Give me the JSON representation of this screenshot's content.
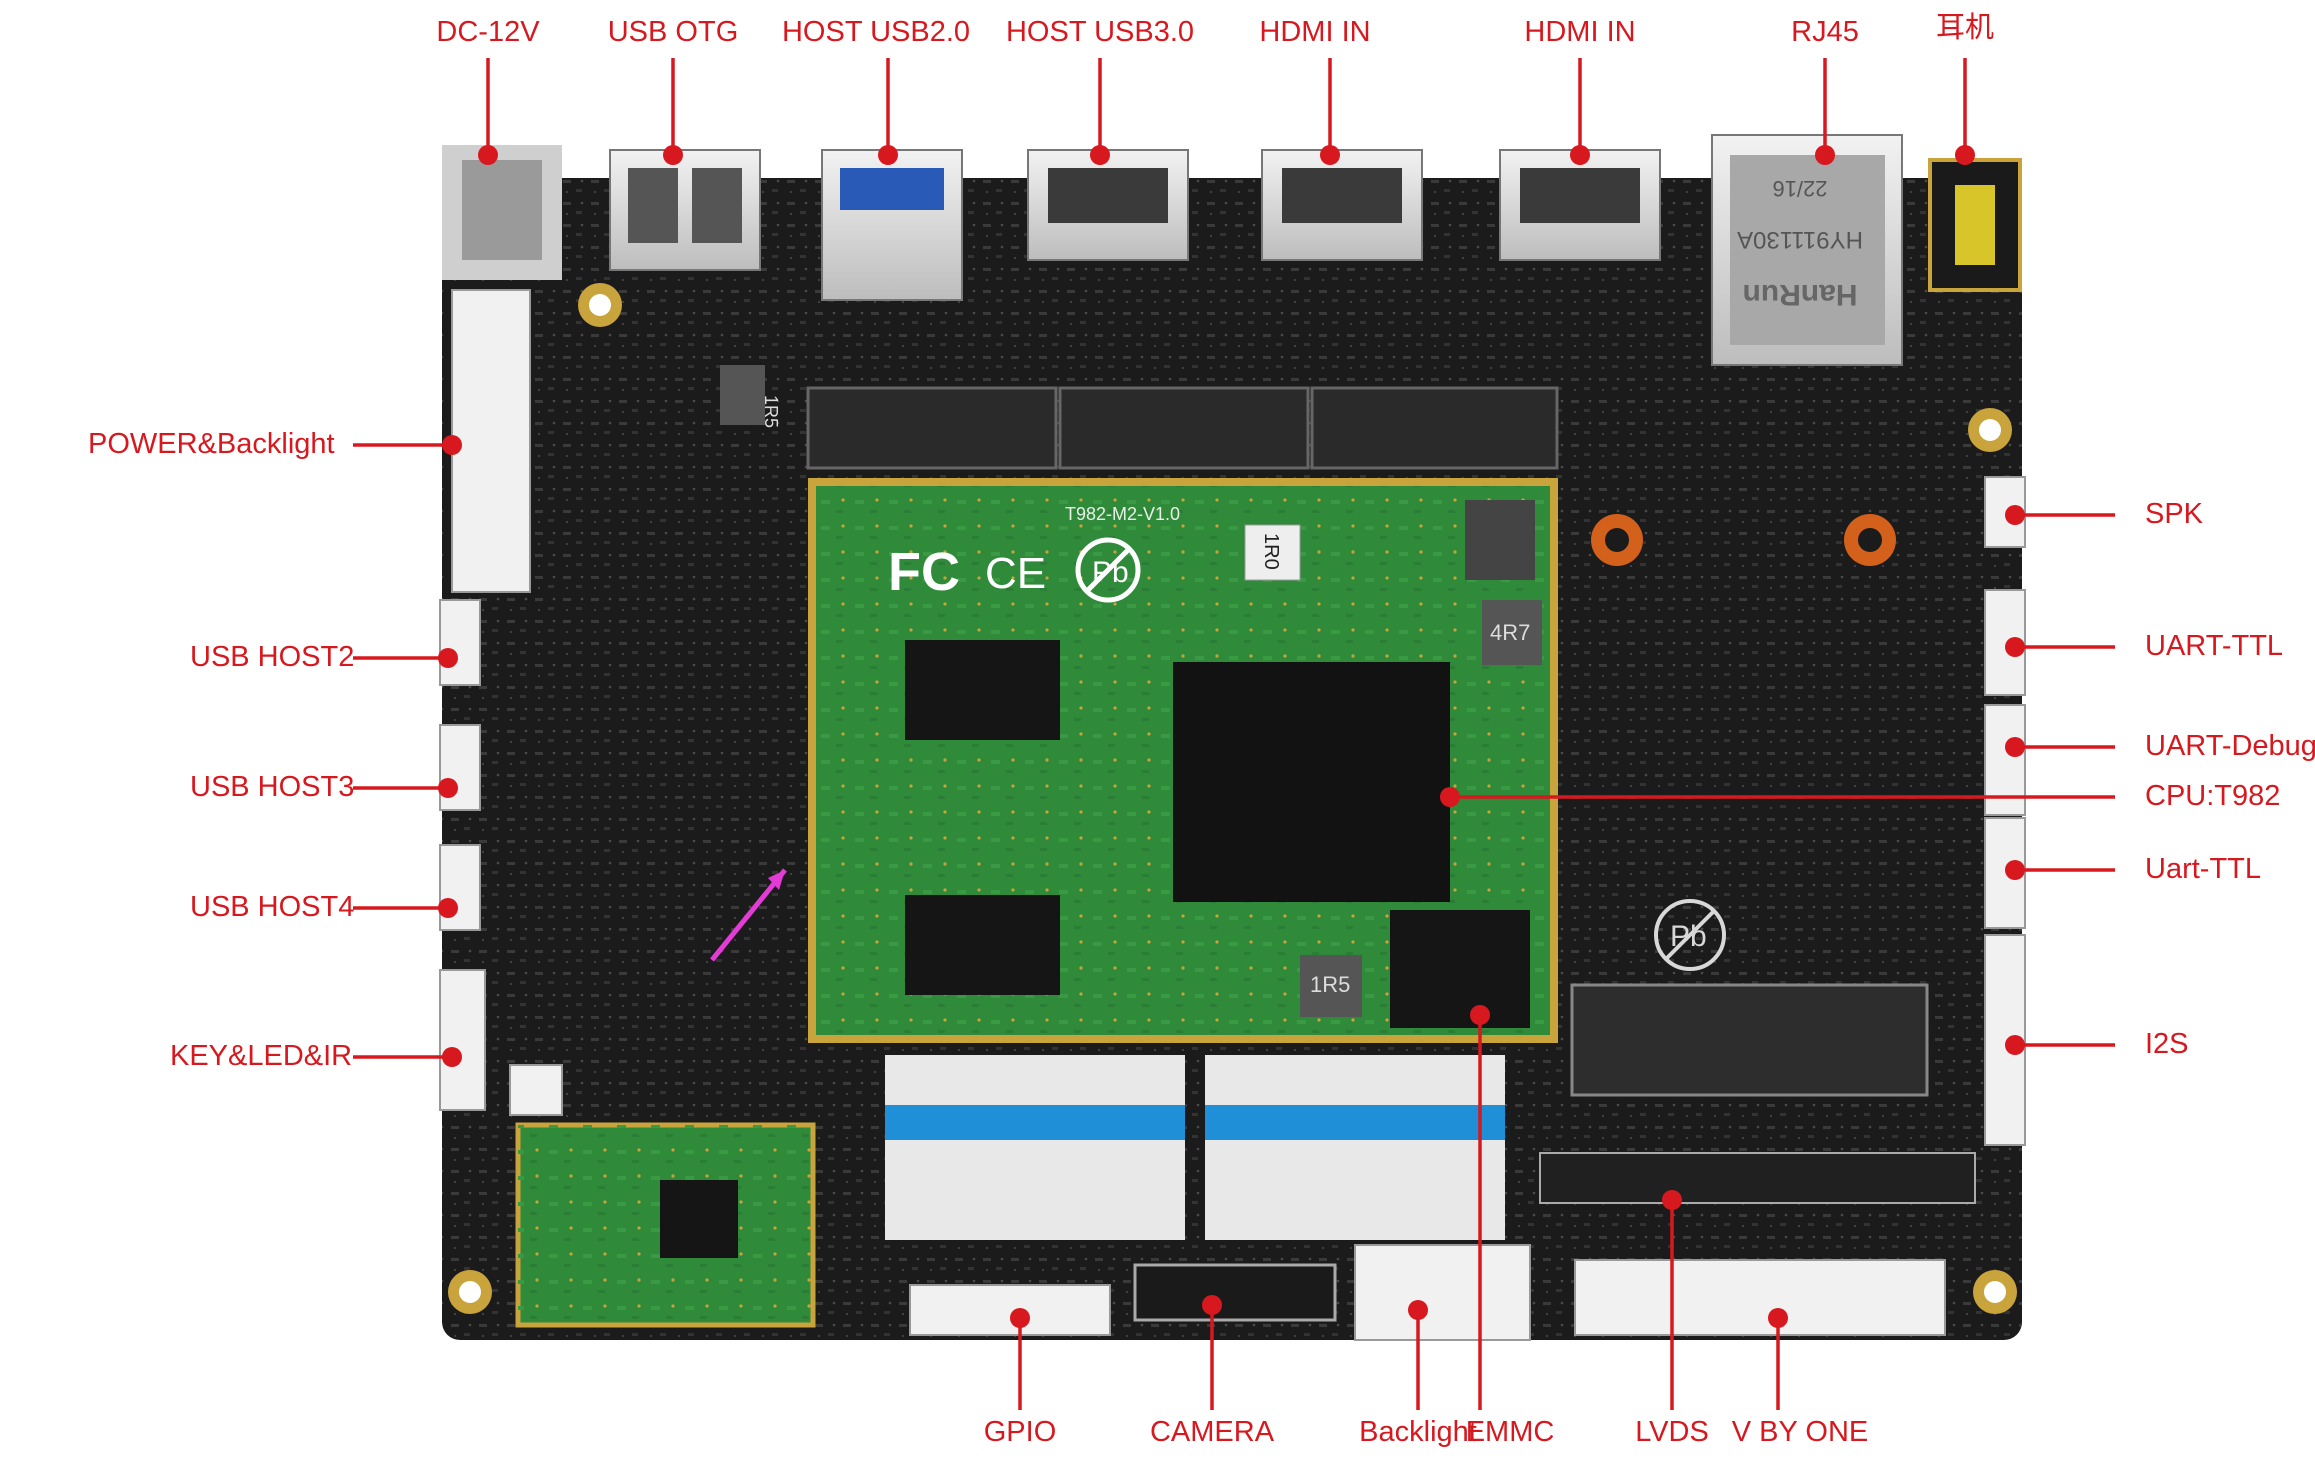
{
  "title": "",
  "colors": {
    "callout": "#d7191f",
    "pcb": "#1b1b1b",
    "module": "#2f8a3a",
    "gold": "#c9a43c",
    "silkscreen": "#d8d8d8",
    "arrow_accent": "#e23bd6"
  },
  "board_markings": {
    "module_name": "T982-M2-V1.0",
    "inductor_top": "1R0",
    "inductor_mid": "4R7",
    "inductor_low": "1R5",
    "inductor_left": "1R5",
    "rj45_top": "22/16",
    "rj45_mid": "HY911130A",
    "rj45_brand": "HanRun",
    "fc_mark": "FC",
    "ce_mark": "CE",
    "pb_mark": "Pb"
  },
  "labels": {
    "top": [
      {
        "id": "dc-12v",
        "text": "DC-12V"
      },
      {
        "id": "usb-otg",
        "text": "USB OTG"
      },
      {
        "id": "host-usb2",
        "text": "HOST USB2.0"
      },
      {
        "id": "host-usb3",
        "text": "HOST USB3.0"
      },
      {
        "id": "hdmi-in-1",
        "text": "HDMI IN"
      },
      {
        "id": "hdmi-in-2",
        "text": "HDMI IN"
      },
      {
        "id": "rj45",
        "text": "RJ45"
      },
      {
        "id": "earphone",
        "text": "耳机"
      }
    ],
    "left": [
      {
        "id": "power-backlight",
        "text": "POWER&Backlight"
      },
      {
        "id": "usb-host2",
        "text": "USB HOST2"
      },
      {
        "id": "usb-host3",
        "text": "USB HOST3"
      },
      {
        "id": "usb-host4",
        "text": "USB HOST4"
      },
      {
        "id": "key-led-ir",
        "text": "KEY&LED&IR"
      }
    ],
    "right": [
      {
        "id": "spk",
        "text": "SPK"
      },
      {
        "id": "uart-ttl",
        "text": "UART-TTL"
      },
      {
        "id": "uart-debug",
        "text": "UART-Debug"
      },
      {
        "id": "cpu",
        "text": "CPU:T982"
      },
      {
        "id": "uart-ttl-2",
        "text": "Uart-TTL"
      },
      {
        "id": "i2s",
        "text": "I2S"
      }
    ],
    "bottom": [
      {
        "id": "gpio",
        "text": "GPIO"
      },
      {
        "id": "camera",
        "text": "CAMERA"
      },
      {
        "id": "backlight",
        "text": "Backlight"
      },
      {
        "id": "emmc",
        "text": "EMMC"
      },
      {
        "id": "lvds",
        "text": "LVDS"
      },
      {
        "id": "v-by-one",
        "text": "V BY ONE"
      }
    ]
  }
}
